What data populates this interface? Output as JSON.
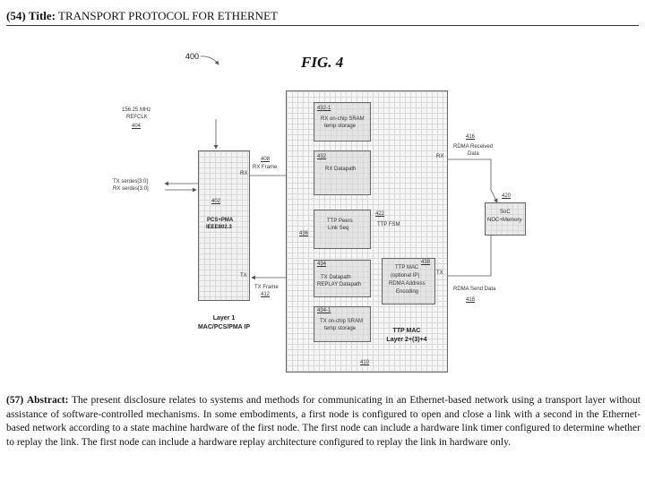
{
  "header": {
    "title_code": "(54)",
    "title_label": "Title:",
    "title_text": "TRANSPORT PROTOCOL FOR ETHERNET"
  },
  "figure": {
    "label": "FIG. 4",
    "ref_400": "400",
    "clk_line1": "156.25 MHz",
    "clk_line2": "REFCLK",
    "ref_404": "404",
    "tx_serdes": "TX serdes[3:0]",
    "rx_serdes": "RX serdes[3:0]",
    "ref_402": "402",
    "pcs_line1": "PCS+PMA",
    "pcs_line2": "IEEE802.3",
    "rx_port": "RX",
    "tx_port": "TX",
    "ref_408": "408",
    "rx_frame": "RX Frame",
    "tx_frame": "TX Frame",
    "ref_412": "412",
    "layer1_line1": "Layer 1",
    "layer1_line2": "MAC/PCS/PMA IP",
    "ref_432_1": "432-1",
    "rx_sram_line1": "RX on-chip SRAM",
    "rx_sram_line2": "temp storage",
    "ref_432": "432",
    "rx_datapath": "RX Datapath",
    "ttp_peers_line1": "TTP Peers",
    "ttp_peers_line2": "Link Seq",
    "ref_422": "422",
    "ttp_fsm": "TTP FSM",
    "ref_436": "436",
    "ref_434": "434",
    "tx_dp_line1": "TX Datapath",
    "tx_dp_line2": "REPLAY Datapath",
    "ref_438": "438",
    "ttp_mac_line1": "TTP MAC",
    "ttp_mac_line2": "(optional IP)",
    "ttp_mac_line3": "RDMA Address",
    "ttp_mac_line4": "Encoding",
    "ref_434_1": "434-1",
    "tx_sram_line1": "TX on-chip SRAM",
    "tx_sram_line2": "temp storage",
    "ttp_mac_layer_line1": "TTP MAC",
    "ttp_mac_layer_line2": "Layer 2+(3)+4",
    "ref_410": "410",
    "ref_416": "416",
    "rdma_recv_line1": "RDMA Received",
    "rdma_recv_line2": "Data",
    "rx_right": "RX",
    "ref_420": "420",
    "soc_line1": "SoC",
    "soc_line2": "NOC+Memory",
    "tx_right": "TX",
    "rdma_send": "RDMA Send Data",
    "ref_418": "418"
  },
  "abstract": {
    "code": "(57)",
    "label": "Abstract:",
    "text": "The present disclosure relates to systems and methods for communicating in an Ethernet-based network using a transport layer without assistance of software-controlled mechanisms. In some embodiments, a first node is configured to open and close a link with a second in the Ethernet-based network according to a state machine hardware of the first node. The first node can include a hardware link timer configured to determine whether to replay the link. The first node can include a hardware replay architecture configured to replay the link in hardware only."
  }
}
